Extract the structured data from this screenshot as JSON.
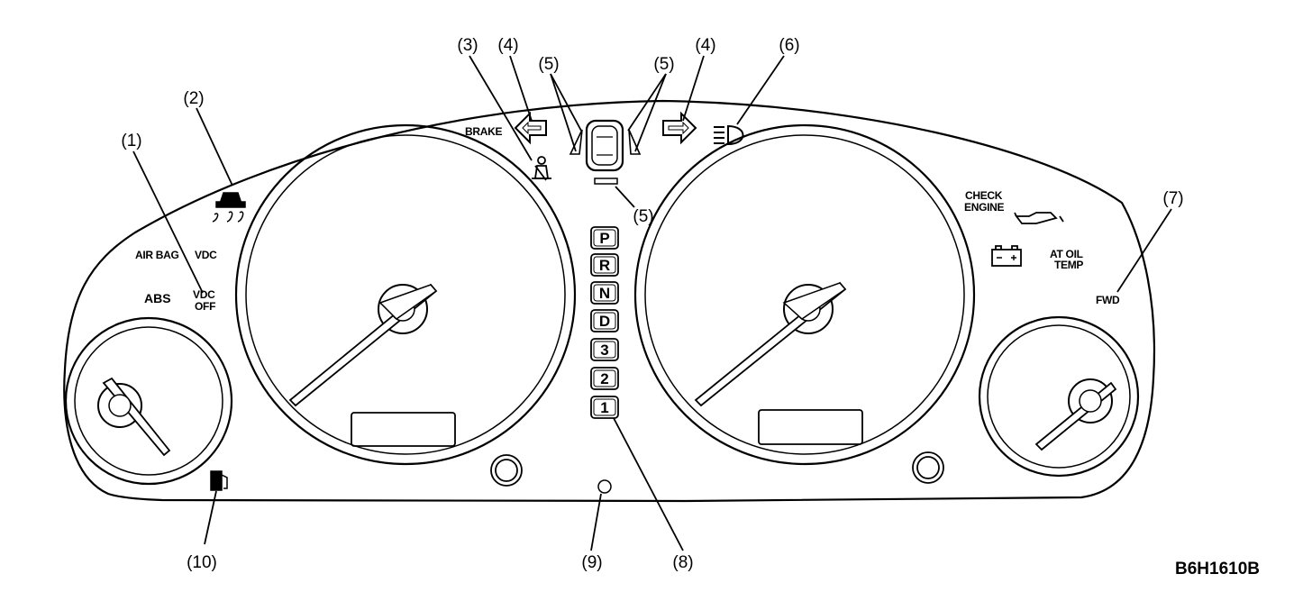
{
  "callouts": {
    "c1": "(1)",
    "c2": "(2)",
    "c3": "(3)",
    "c4a": "(4)",
    "c4b": "(4)",
    "c5a": "(5)",
    "c5b": "(5)",
    "c5c": "(5)",
    "c6": "(6)",
    "c7": "(7)",
    "c8": "(8)",
    "c9": "(9)",
    "c10": "(10)"
  },
  "labels": {
    "brake": "BRAKE",
    "air_bag": "AIR BAG",
    "vdc": "VDC",
    "abs": "ABS",
    "vdc_off_1": "VDC",
    "vdc_off_2": "OFF",
    "check_engine_1": "CHECK",
    "check_engine_2": "ENGINE",
    "at_oil_temp_1": "AT OIL",
    "at_oil_temp_2": "TEMP",
    "fwd": "FWD"
  },
  "gear_positions": [
    "P",
    "R",
    "N",
    "D",
    "3",
    "2",
    "1"
  ],
  "figure_code": "B6H1610B",
  "icons": [
    "left-turn-arrow-icon",
    "right-turn-arrow-icon",
    "seatbelt-icon",
    "door-open-car-icon",
    "headlight-high-beam-icon",
    "traction-skid-car-icon",
    "oil-can-icon",
    "battery-icon",
    "fuel-pump-icon"
  ]
}
